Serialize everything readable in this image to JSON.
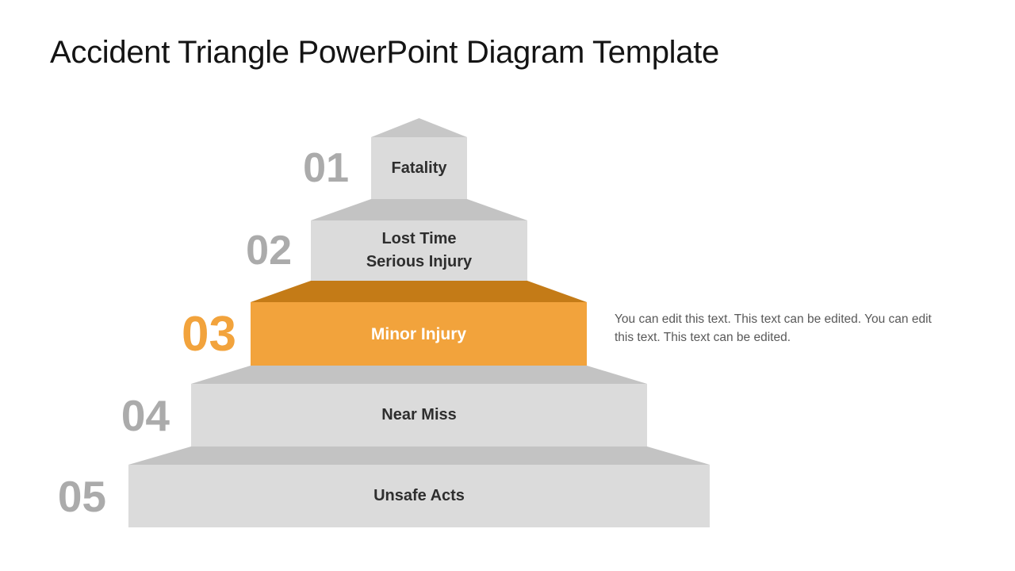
{
  "slide_title": "Accident Triangle PowerPoint Diagram Template",
  "description_text": "You can edit this text. This text can be edited. You can edit this text. This text can be edited.",
  "pyramid": {
    "levels": [
      {
        "number": "01",
        "label": "Fatality",
        "highlighted": false
      },
      {
        "number": "02",
        "label": "Lost Time\nSerious Injury",
        "highlighted": false
      },
      {
        "number": "03",
        "label": "Minor Injury",
        "highlighted": true
      },
      {
        "number": "04",
        "label": "Near Miss",
        "highlighted": false
      },
      {
        "number": "05",
        "label": "Unsafe Acts",
        "highlighted": false
      }
    ]
  },
  "colors": {
    "background": "#FFFFFF",
    "title_color": "#141414",
    "step_gray_front": "#DBDBDB",
    "step_gray_top": "#C3C3C3",
    "accent_orange": "#F2A33C",
    "accent_orange_dark": "#C47B17",
    "number_gray": "#ABABAB",
    "label_text": "#2E2E2E",
    "description_text_color": "#595959"
  }
}
